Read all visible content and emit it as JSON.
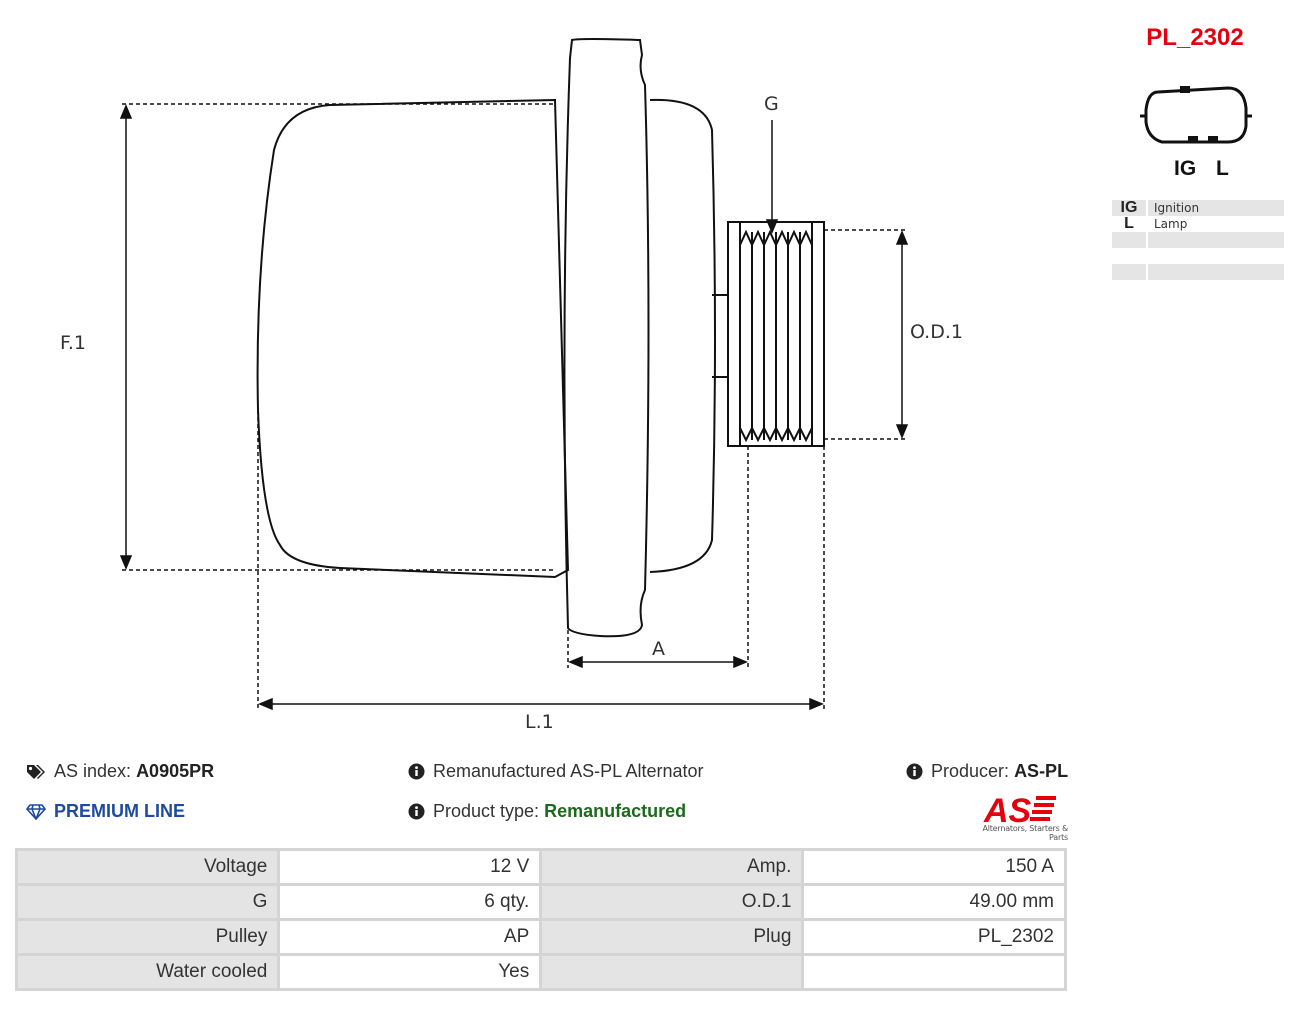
{
  "plug": {
    "code": "PL_2302",
    "pins": [
      "IG",
      "L"
    ],
    "legend": [
      {
        "code": "IG",
        "desc": "Ignition"
      },
      {
        "code": "L",
        "desc": "Lamp"
      },
      {
        "code": "",
        "desc": ""
      },
      {
        "code": "",
        "desc": ""
      },
      {
        "code": "",
        "desc": ""
      }
    ]
  },
  "drawing": {
    "labels": {
      "f1": "F.1",
      "g": "G",
      "od1": "O.D.1",
      "a": "A",
      "l1": "L.1"
    }
  },
  "info": {
    "as_index_label": "AS index:",
    "as_index_value": "A0905PR",
    "premium_line": "PREMIUM LINE",
    "description": "Remanufactured AS-PL Alternator",
    "product_type_label": "Product type:",
    "product_type_value": "Remanufactured",
    "producer_label": "Producer:",
    "producer_value": "AS-PL",
    "logo_text": "AS",
    "logo_tagline": "Alternators, Starters & Parts"
  },
  "colors": {
    "accent_red": "#e3000f",
    "premium_blue": "#1e4ba0",
    "remanufactured_green": "#1c6b1c"
  },
  "specs": [
    [
      "Voltage",
      "12 V",
      "Amp.",
      "150 A"
    ],
    [
      "G",
      "6 qty.",
      "O.D.1",
      "49.00 mm"
    ],
    [
      "Pulley",
      "AP",
      "Plug",
      "PL_2302"
    ],
    [
      "Water cooled",
      "Yes",
      "",
      ""
    ]
  ]
}
